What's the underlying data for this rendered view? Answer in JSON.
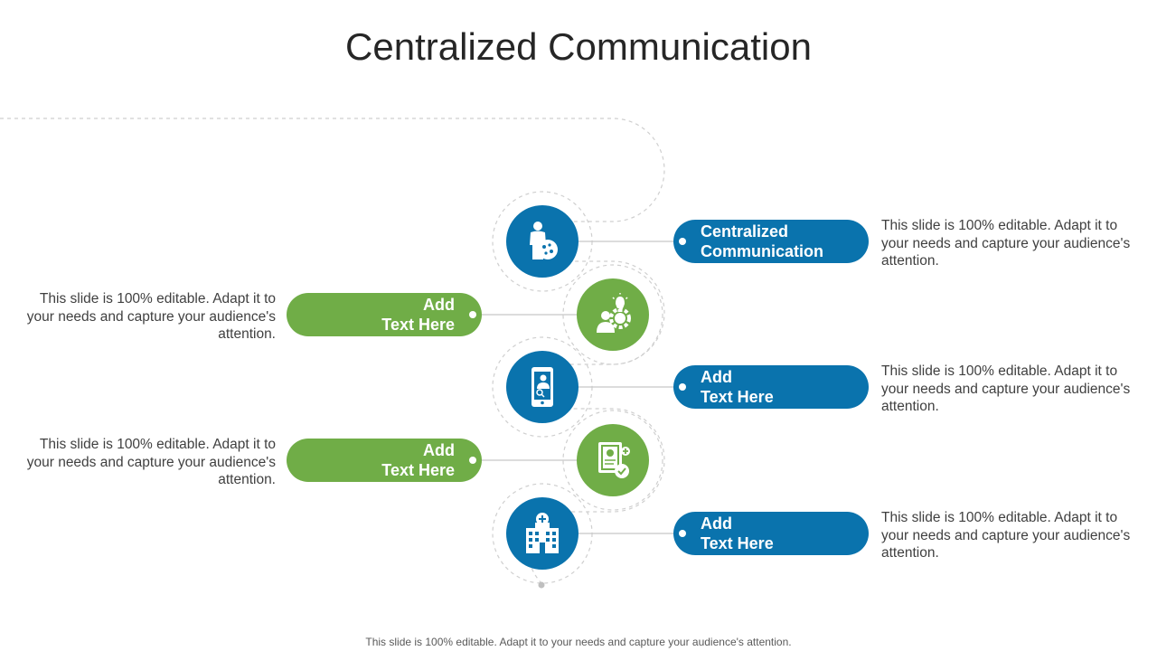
{
  "title": "Centralized Communication",
  "footer": "This slide is 100% editable. Adapt it to your needs and capture your audience's attention.",
  "colors": {
    "blue": "#0a73ad",
    "green": "#70ad47",
    "connector": "#c8c8c8"
  },
  "steps": [
    {
      "icon": "patient-body-icon",
      "label_line1": "Centralized",
      "label_line2": "Communication",
      "description": "This slide is 100% editable. Adapt it to your needs and capture your audience's attention."
    },
    {
      "icon": "person-idea-gear-icon",
      "label_line1": "Add",
      "label_line2": "Text Here",
      "description": "This slide is 100% editable. Adapt it to your needs and capture your audience's attention."
    },
    {
      "icon": "mobile-doctor-icon",
      "label_line1": "Add",
      "label_line2": "Text Here",
      "description": "This slide is 100% editable. Adapt it to your needs and capture your audience's attention."
    },
    {
      "icon": "medical-report-icon",
      "label_line1": "Add",
      "label_line2": "Text Here",
      "description": "This slide is 100% editable. Adapt it to your needs and capture your audience's attention."
    },
    {
      "icon": "hospital-building-icon",
      "label_line1": "Add",
      "label_line2": "Text Here",
      "description": "This slide is 100% editable. Adapt it to your needs and capture your audience's attention."
    }
  ]
}
